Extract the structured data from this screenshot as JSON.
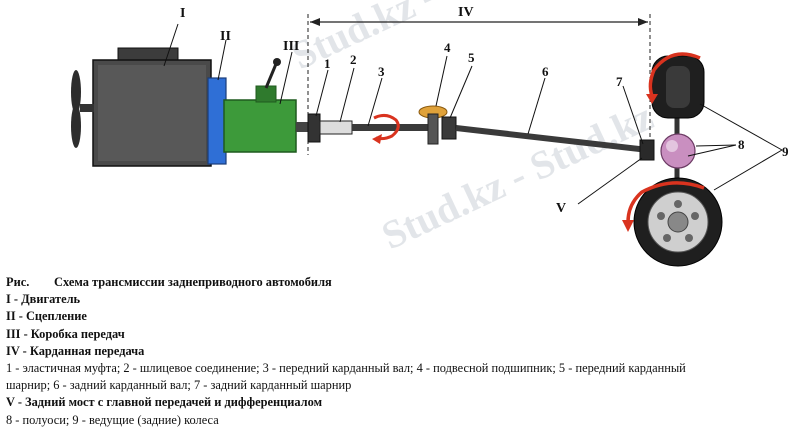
{
  "diagram": {
    "watermark": "Stud.kz - Stud.kz",
    "roman_labels": [
      "I",
      "II",
      "III",
      "IV",
      "V"
    ],
    "number_labels": [
      "1",
      "2",
      "3",
      "4",
      "5",
      "6",
      "7",
      "8",
      "9"
    ],
    "colors": {
      "engine": "#4a4a4a",
      "clutch": "#2f6fd6",
      "gearbox": "#3d9a3a",
      "arrow": "#d9331f",
      "bearing": "#e0a23a",
      "differential": "#c98fc0",
      "shaft": "#3a3a3a"
    }
  },
  "caption": {
    "title_label": "Рис.",
    "title_text": "Схема трансмиссии заднеприводного автомобиля",
    "items": [
      "I - Двигатель",
      "II - Сцепление",
      "III - Коробка передач",
      "IV - Карданная передача"
    ],
    "parts_line_1": "1 - эластичная муфта; 2 - шлицевое соединение; 3 - передний карданный вал; 4 - подвесной подшипник; 5 - передний карданный",
    "parts_line_2": "шарнир; 6 - задний карданный вал; 7 - задний карданный шарнир",
    "item_v": "V - Задний мост с главной передачей и дифференциалом",
    "parts_line_3": "8 - полуоси; 9 - ведущие (задние) колеса"
  }
}
